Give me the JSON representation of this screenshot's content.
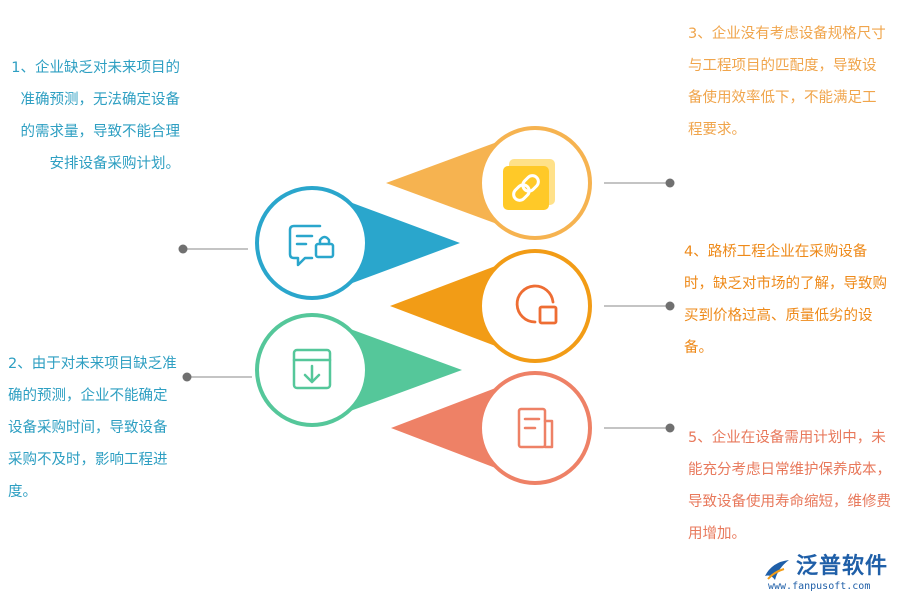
{
  "colors": {
    "blue": "#2aa6cc",
    "green": "#55c79a",
    "yellow": "#f6b350",
    "orange": "#f29c16",
    "salmon": "#ee8166",
    "dot": "#707070",
    "logo": "#1f5fa8"
  },
  "items": [
    {
      "id": "item-1",
      "text": "1、企业缺乏对未来项目的准确预测，无法确定设备的需求量，导致不能合理安排设备采购计划。",
      "icon": "message-lock-icon",
      "color": "#2aa6cc"
    },
    {
      "id": "item-2",
      "text": "2、由于对未来项目缺乏准确的预测，企业不能确定设备采购时间，导致设备采购不及时，影响工程进度。",
      "icon": "download-box-icon",
      "color": "#55c79a"
    },
    {
      "id": "item-3",
      "text": "3、企业没有考虑设备规格尺寸与工程项目的匹配度，导致设备使用效率低下，不能满足工程要求。",
      "icon": "link-icon",
      "color": "#f6b350"
    },
    {
      "id": "item-4",
      "text": "4、路桥工程企业在采购设备时，缺乏对市场的了解，导致购买到价格过高、质量低劣的设备。",
      "icon": "pie-chart-icon",
      "color": "#f29c16"
    },
    {
      "id": "item-5",
      "text": "5、企业在设备需用计划中，未能充分考虑日常维护保养成本，导致设备使用寿命缩短，维修费用增加。",
      "icon": "document-icon",
      "color": "#ee8166"
    }
  ],
  "logo": {
    "name": "泛普软件",
    "url": "www.fanpusoft.com"
  }
}
